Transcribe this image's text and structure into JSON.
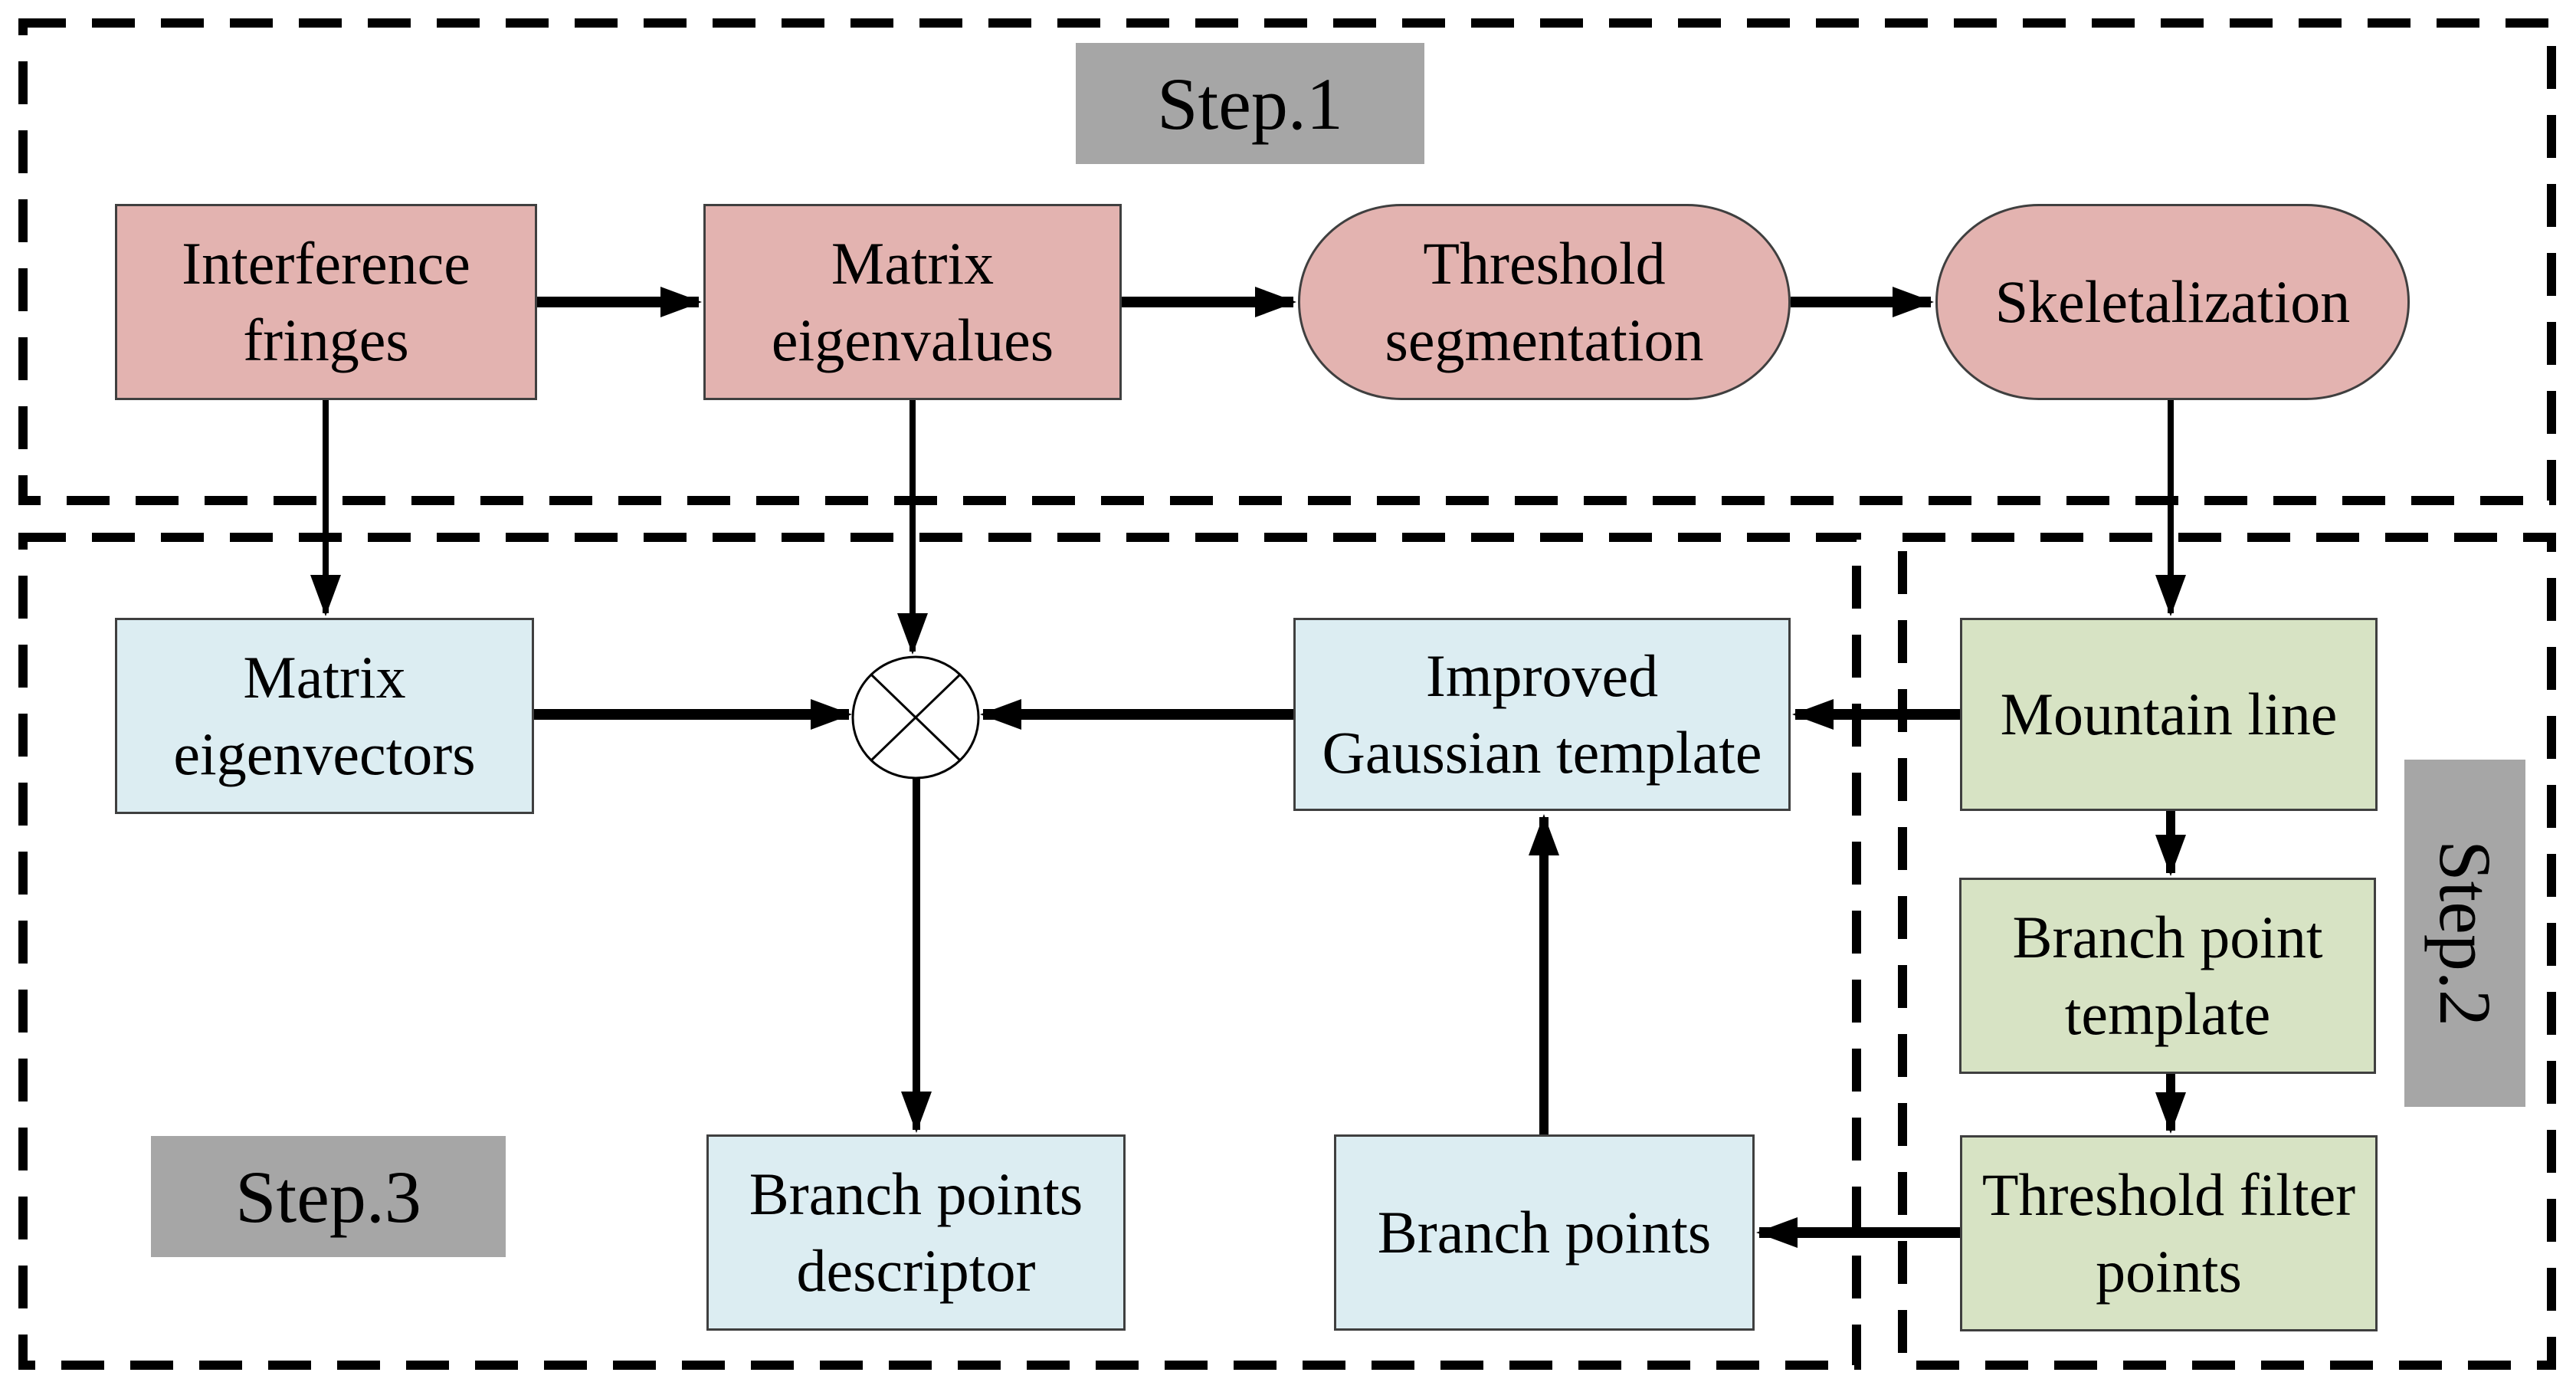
{
  "diagram": {
    "type": "flowchart",
    "background": "#ffffff",
    "colors": {
      "step1_node_fill": "#e3b3b0",
      "step3_node_fill": "#dcedf2",
      "step2_node_fill": "#d7e3c4",
      "step_label_fill": "#a6a6a6",
      "node_border": "#3f3f3f",
      "line_color": "#000000",
      "text_color": "#000000"
    },
    "regions": {
      "step1": {
        "label": "Step.1"
      },
      "step2": {
        "label": "Step.2"
      },
      "step3": {
        "label": "Step.3"
      }
    },
    "nodes": {
      "interference_fringes": {
        "label": "Interference\nfringes",
        "shape": "rectangle",
        "region": "step1"
      },
      "matrix_eigenvalues": {
        "label": "Matrix\neigenvalues",
        "shape": "rectangle",
        "region": "step1"
      },
      "threshold_segmentation": {
        "label": "Threshold\nsegmentation",
        "shape": "stadium",
        "region": "step1"
      },
      "skeletalization": {
        "label": "Skeletalization",
        "shape": "stadium",
        "region": "step1"
      },
      "matrix_eigenvectors": {
        "label": "Matrix\neigenvectors",
        "shape": "rectangle",
        "region": "step3"
      },
      "improved_gaussian_template": {
        "label": "Improved\nGaussian template",
        "shape": "rectangle",
        "region": "step3"
      },
      "branch_points_descriptor": {
        "label": "Branch points\ndescriptor",
        "shape": "rectangle",
        "region": "step3"
      },
      "branch_points": {
        "label": "Branch points",
        "shape": "rectangle",
        "region": "step3"
      },
      "mountain_line": {
        "label": "Mountain line",
        "shape": "rectangle",
        "region": "step2"
      },
      "branch_point_template": {
        "label": "Branch point\ntemplate",
        "shape": "rectangle",
        "region": "step2"
      },
      "threshold_filter_points": {
        "label": "Threshold filter\npoints",
        "shape": "rectangle",
        "region": "step2"
      }
    },
    "operators": {
      "convolution": {
        "name": "circle-cross multiply operator"
      }
    },
    "edges": [
      {
        "from": "interference_fringes",
        "to": "matrix_eigenvalues"
      },
      {
        "from": "matrix_eigenvalues",
        "to": "threshold_segmentation"
      },
      {
        "from": "threshold_segmentation",
        "to": "skeletalization"
      },
      {
        "from": "interference_fringes",
        "to": "matrix_eigenvectors"
      },
      {
        "from": "matrix_eigenvalues",
        "to": "convolution"
      },
      {
        "from": "skeletalization",
        "to": "mountain_line"
      },
      {
        "from": "matrix_eigenvectors",
        "to": "convolution"
      },
      {
        "from": "improved_gaussian_template",
        "to": "convolution"
      },
      {
        "from": "mountain_line",
        "to": "improved_gaussian_template"
      },
      {
        "from": "convolution",
        "to": "branch_points_descriptor"
      },
      {
        "from": "branch_points",
        "to": "improved_gaussian_template"
      },
      {
        "from": "mountain_line",
        "to": "branch_point_template"
      },
      {
        "from": "branch_point_template",
        "to": "threshold_filter_points"
      },
      {
        "from": "threshold_filter_points",
        "to": "branch_points"
      }
    ]
  }
}
